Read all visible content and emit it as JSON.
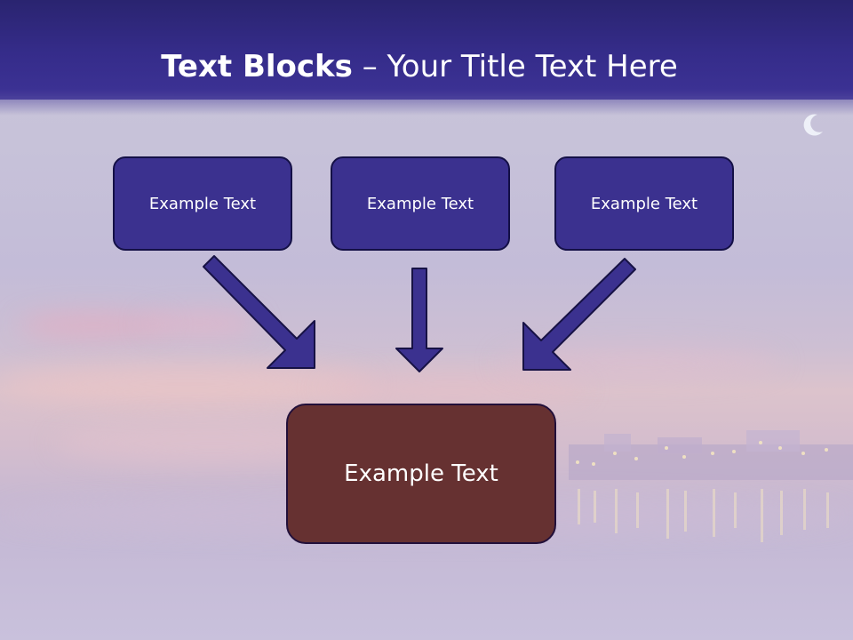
{
  "slide": {
    "title_bold": "Text Blocks",
    "title_dash": " – ",
    "title_rest": "Your Title Text Here"
  },
  "blocks": {
    "top_left": "Example Text",
    "top_center": "Example Text",
    "top_right": "Example Text",
    "main": "Example Text"
  },
  "icons": {
    "moon": "crescent-moon-icon",
    "arrows": "down-arrow-icon"
  },
  "colors": {
    "header": "#352c8a",
    "box_fill": "#3b318f",
    "main_box_fill": "#663131",
    "arrow": "#3b318f"
  }
}
